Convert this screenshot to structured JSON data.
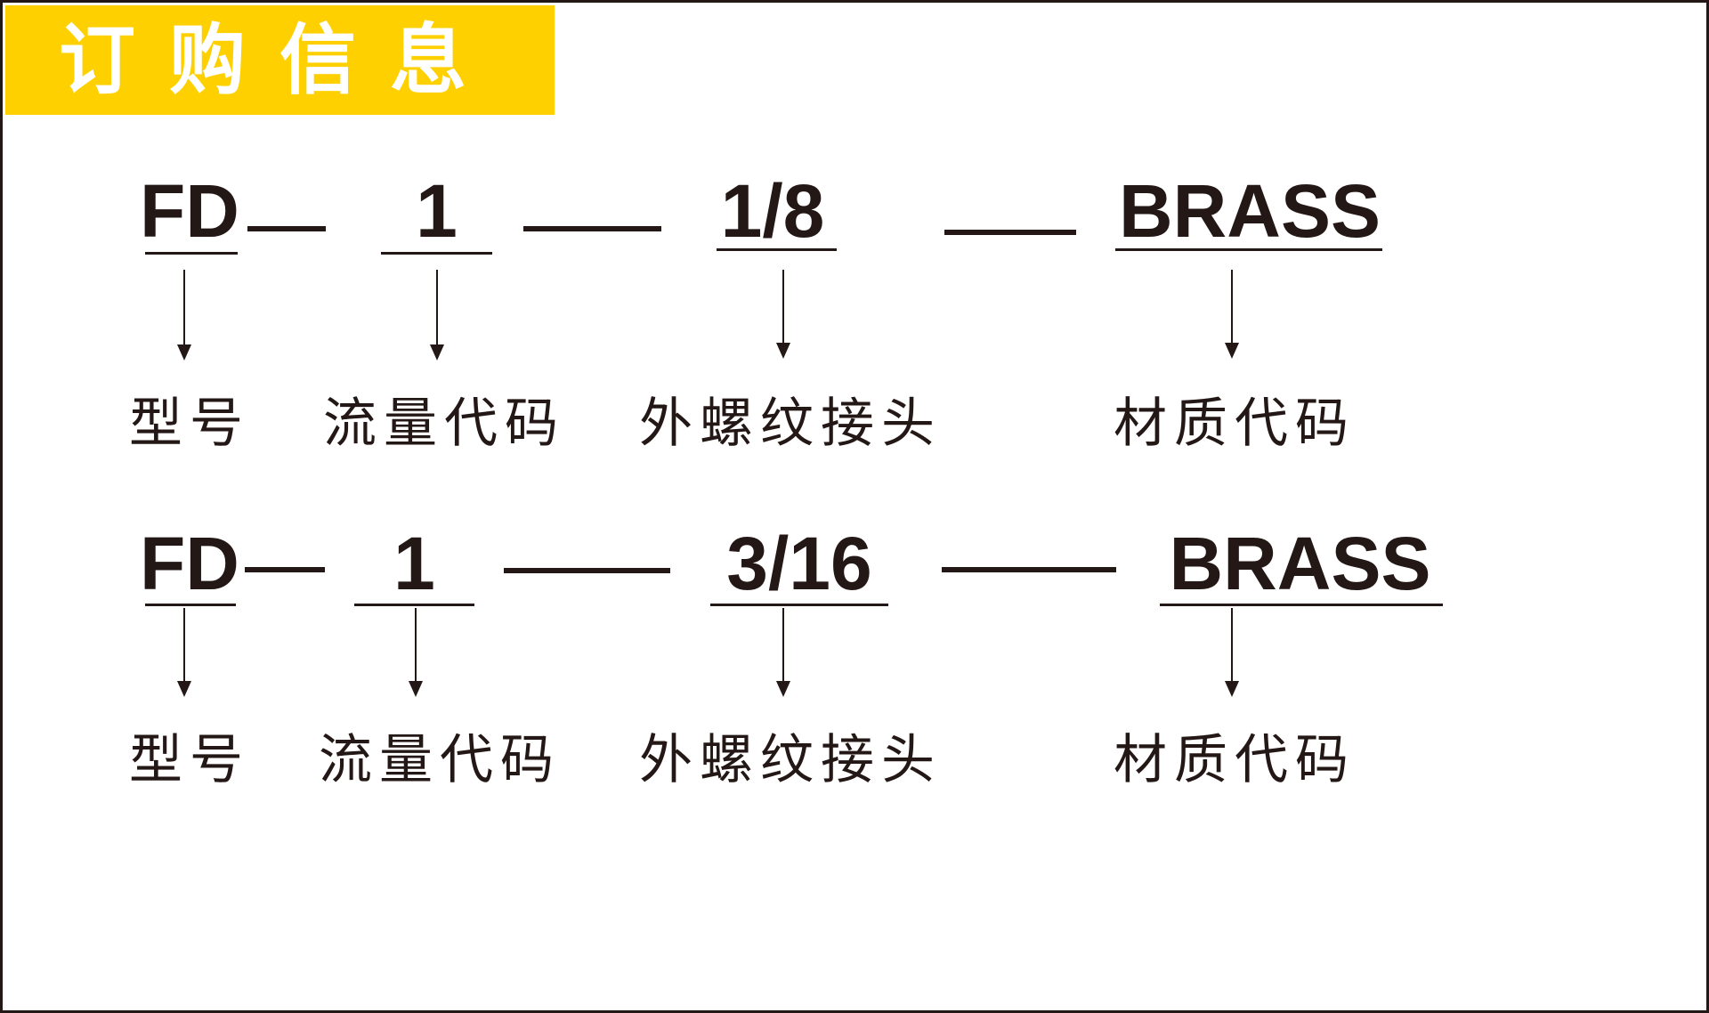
{
  "header": {
    "title": "订购信息"
  },
  "colors": {
    "accent": "#FFD000",
    "ink": "#231815",
    "background": "#FFFFFF"
  },
  "rows": [
    {
      "codes": [
        "FD",
        "1",
        "1/8",
        "BRASS"
      ],
      "labels": [
        "型号",
        "流量代码",
        "外螺纹接头",
        "材质代码"
      ]
    },
    {
      "codes": [
        "FD",
        "1",
        "3/16",
        "BRASS"
      ],
      "labels": [
        "型号",
        "流量代码",
        "外螺纹接头",
        "材质代码"
      ]
    }
  ]
}
